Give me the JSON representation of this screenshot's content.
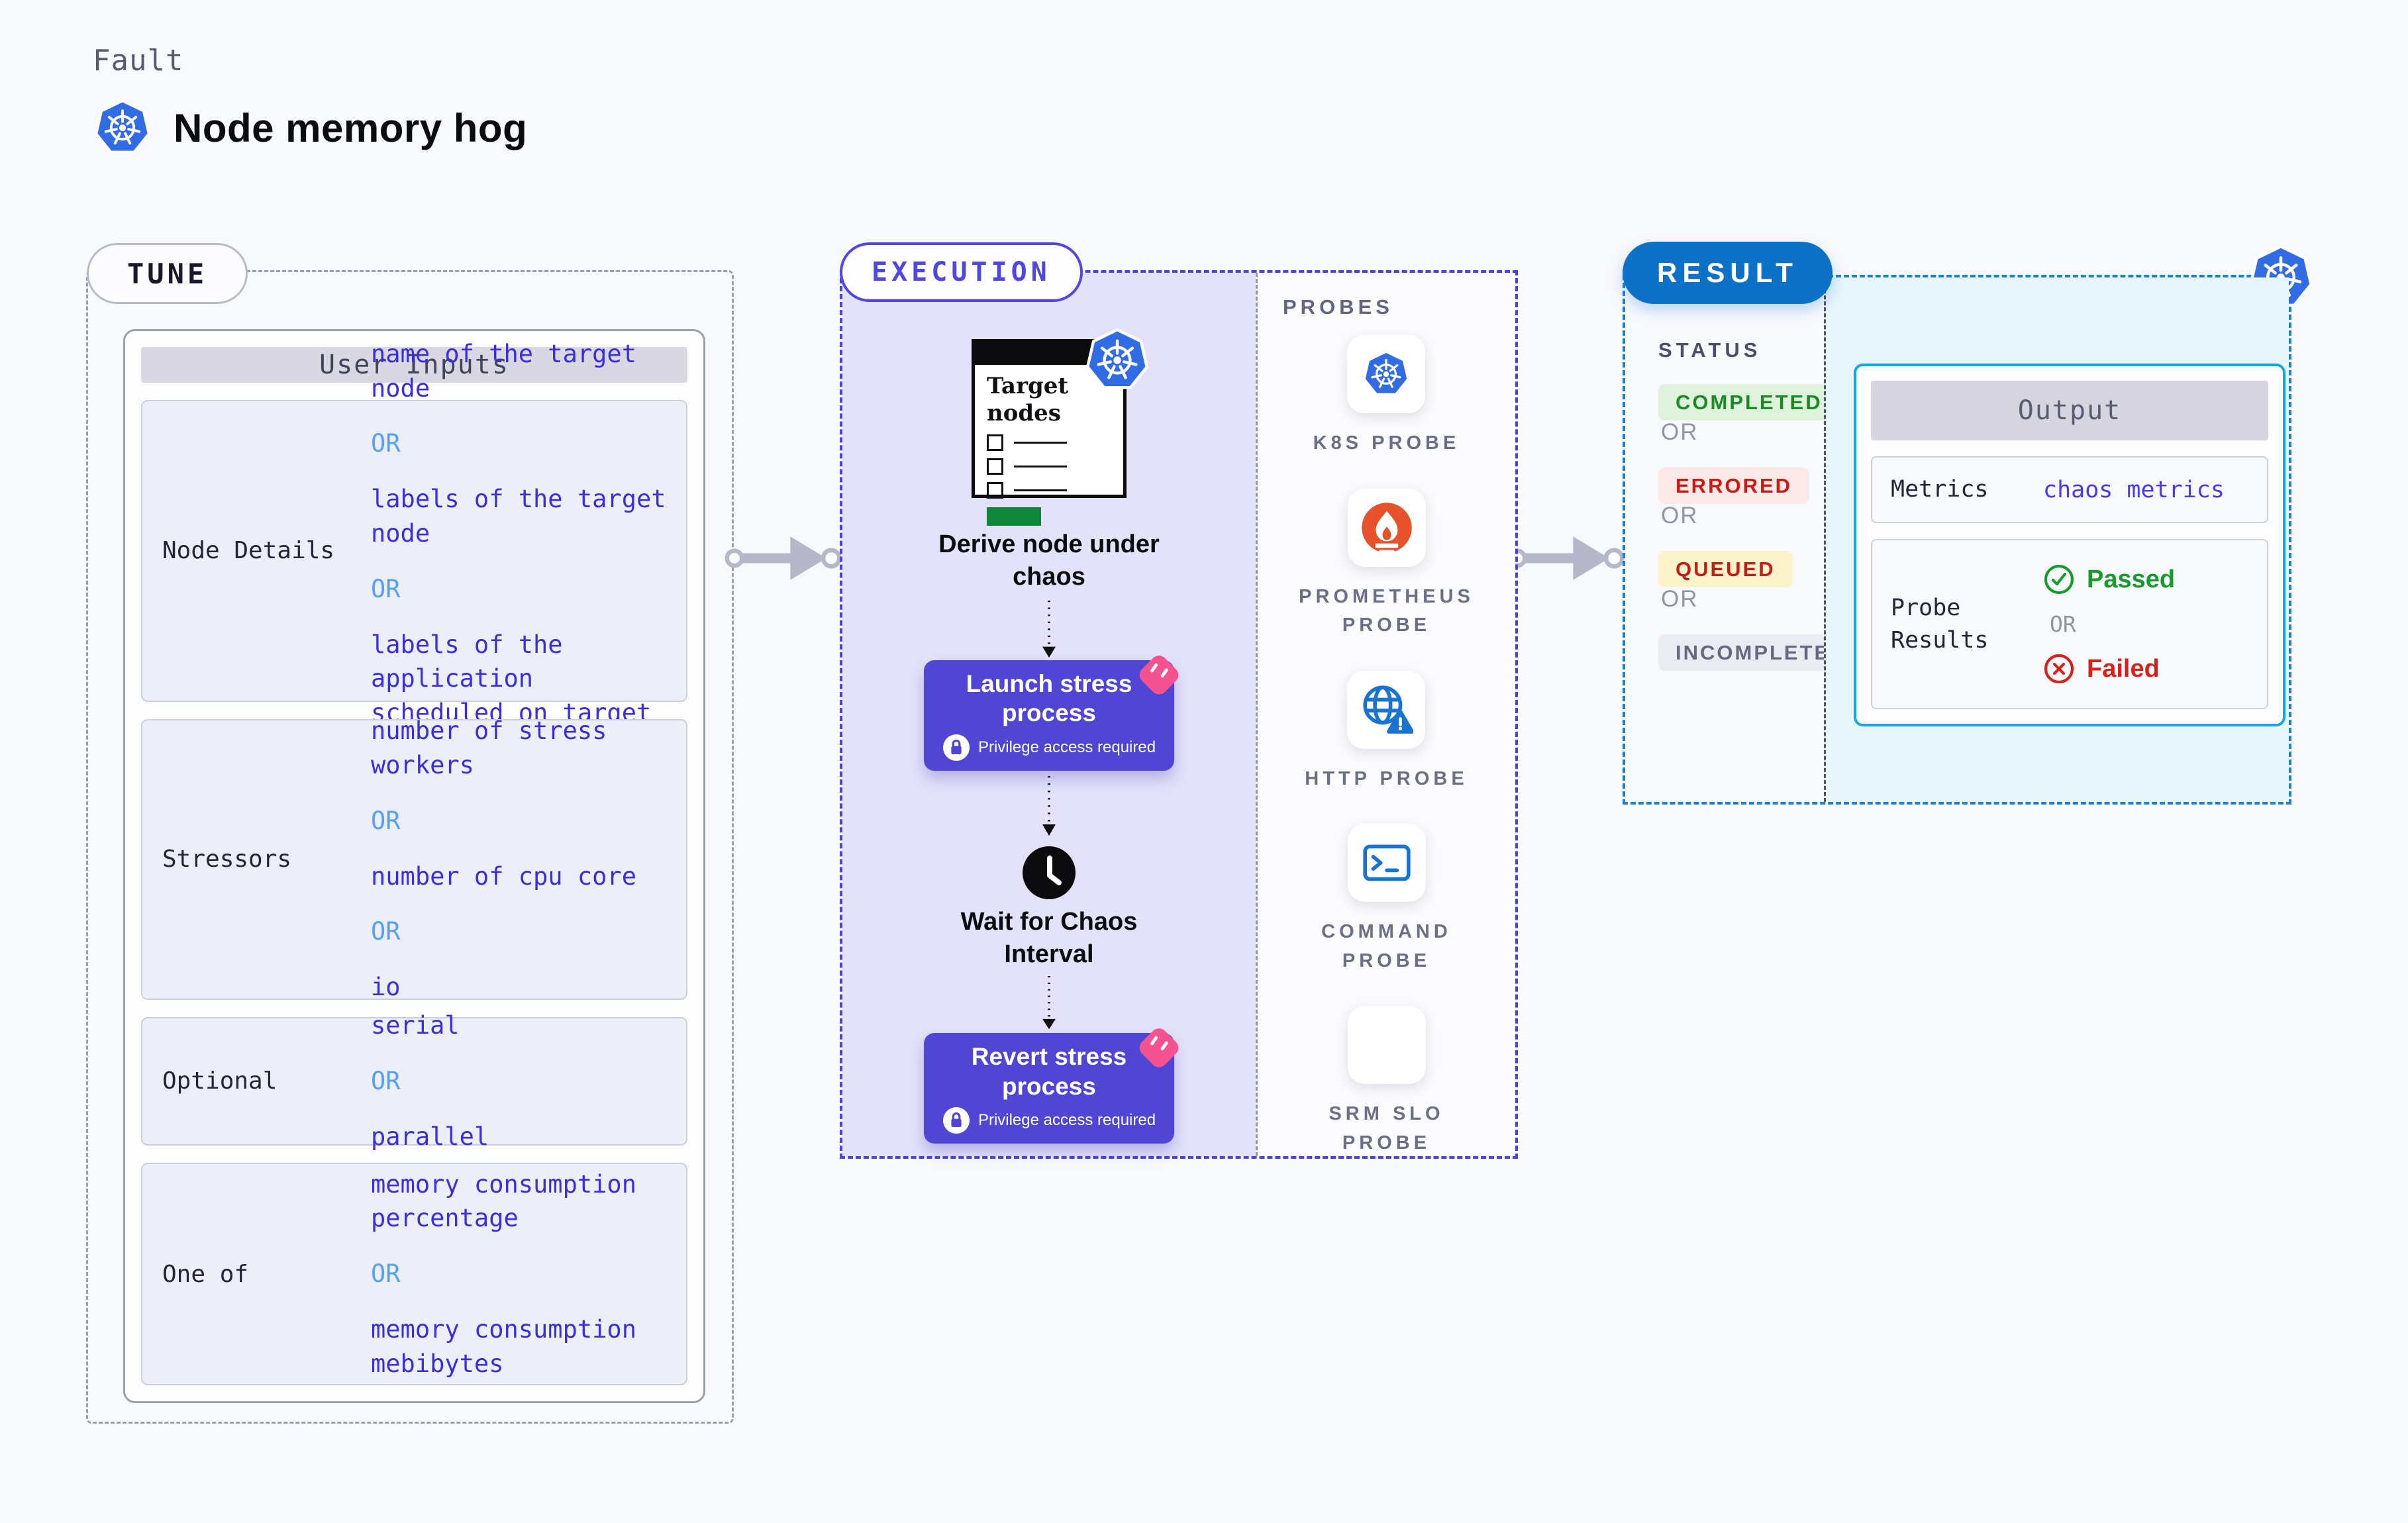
{
  "page": {
    "eyebrow": "Fault",
    "title": "Node memory hog"
  },
  "tune": {
    "badge": "TUNE",
    "card_title": "User Inputs",
    "or": "OR",
    "rows": [
      {
        "label": "Node Details",
        "values": [
          "name of the target node",
          "labels of the target node",
          "labels of the application scheduled on target node"
        ]
      },
      {
        "label": "Stressors",
        "values": [
          "number of stress workers",
          "number of cpu core",
          "io"
        ]
      },
      {
        "label": "Optional",
        "values": [
          "serial",
          "parallel"
        ]
      },
      {
        "label": "One of",
        "values": [
          "memory consumption percentage",
          "memory consumption mebibytes"
        ]
      }
    ]
  },
  "execution": {
    "badge": "EXECUTION",
    "target_card_title": "Target nodes",
    "derive_label": "Derive node under chaos",
    "launch_button": {
      "title": "Launch stress process",
      "subtitle": "Privilege access required"
    },
    "wait_label": "Wait for Chaos Interval",
    "revert_button": {
      "title": "Revert stress process",
      "subtitle": "Privilege access required"
    },
    "probes": {
      "label": "PROBES",
      "items": [
        {
          "name": "K8S PROBE",
          "icon": "kubernetes-icon"
        },
        {
          "name": "PROMETHEUS PROBE",
          "icon": "prometheus-icon"
        },
        {
          "name": "HTTP PROBE",
          "icon": "http-globe-warning-icon"
        },
        {
          "name": "COMMAND PROBE",
          "icon": "terminal-icon"
        },
        {
          "name": "SRM SLO PROBE",
          "icon": "slo-gauge-check-icon"
        }
      ]
    }
  },
  "result": {
    "badge": "RESULT",
    "status": {
      "label": "STATUS",
      "or": "OR",
      "values": [
        "COMPLETED",
        "ERRORED",
        "QUEUED",
        "INCOMPLETED"
      ]
    },
    "output": {
      "title": "Output",
      "metrics_label": "Metrics",
      "metrics_value": "chaos metrics",
      "probe_results_label": "Probe Results",
      "passed": "Passed",
      "or": "OR",
      "failed": "Failed"
    }
  },
  "colors": {
    "execution_accent": "#4f46e5",
    "process_button": "#5146d3",
    "kubernetes_blue": "#326ce5",
    "result_blue": "#0d71c7",
    "output_border": "#16a7e1",
    "value_blue": "#3a2fd9",
    "or_blue": "#57a0f3",
    "passed_green": "#189a2e",
    "failed_red": "#d7211b",
    "completed_green": "#1d8a28",
    "errored_red": "#cb1a14",
    "queued_red_on_amber": "#bf2016",
    "incompleted_gray": "#65697f",
    "prometheus_orange": "#e6522c",
    "pink_decor": "#f5538f"
  }
}
